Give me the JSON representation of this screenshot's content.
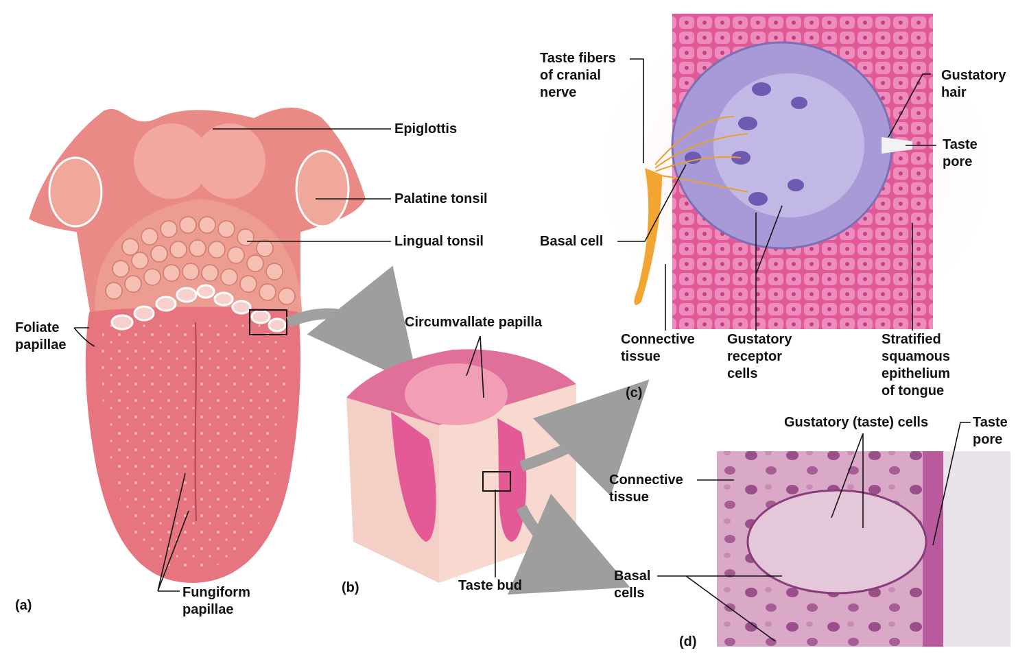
{
  "panels": {
    "a": "(a)",
    "b": "(b)",
    "c": "(c)",
    "d": "(d)"
  },
  "labels": {
    "epiglottis": "Epiglottis",
    "palatine_tonsil": "Palatine tonsil",
    "lingual_tonsil": "Lingual tonsil",
    "foliate_papillae": [
      "Foliate",
      "papillae"
    ],
    "fungiform_papillae": [
      "Fungiform",
      "papillae"
    ],
    "circumvallate_papilla": "Circumvallate papilla",
    "taste_bud": "Taste bud",
    "taste_fibers": [
      "Taste fibers",
      "of cranial",
      "nerve"
    ],
    "basal_cell": "Basal cell",
    "gustatory_hair": [
      "Gustatory",
      "hair"
    ],
    "taste_pore_c": [
      "Taste",
      "pore"
    ],
    "connective_tissue_c": [
      "Connective",
      "tissue"
    ],
    "gustatory_receptor_cells": [
      "Gustatory",
      "receptor",
      "cells"
    ],
    "stratified_squamous": [
      "Stratified",
      "squamous",
      "epithelium",
      "of tongue"
    ],
    "gustatory_taste_cells": "Gustatory (taste) cells",
    "taste_pore_d": [
      "Taste",
      "pore"
    ],
    "connective_tissue_d": [
      "Connective",
      "tissue"
    ],
    "basal_cells": [
      "Basal",
      "cells"
    ]
  },
  "colors": {
    "tongue": "#e06a78",
    "tongue_light": "#f2a3ad",
    "tonsil": "#ef9a8e",
    "epithelium_pink": "#e8559a",
    "taste_bud_purple": "#9c8fd0",
    "nerve_orange": "#f0a030",
    "histology_bg": "#d7a7c6",
    "arrow_gray": "#9e9e9e"
  }
}
